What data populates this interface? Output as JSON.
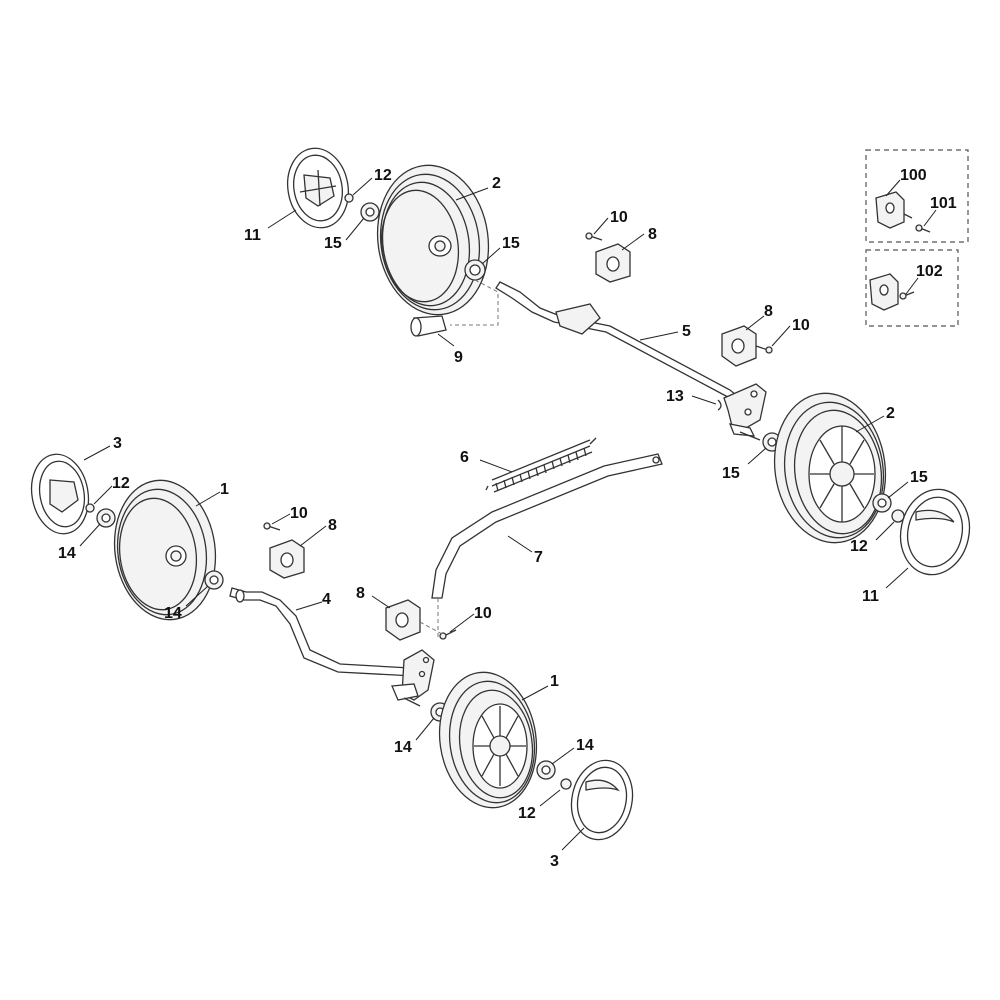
{
  "diagram": {
    "labels": {
      "l1a": "1",
      "l1b": "1",
      "l2a": "2",
      "l2b": "2",
      "l3a": "3",
      "l3b": "3",
      "l4": "4",
      "l5": "5",
      "l6": "6",
      "l7": "7",
      "l8a": "8",
      "l8b": "8",
      "l8c": "8",
      "l8d": "8",
      "l9": "9",
      "l10a": "10",
      "l10b": "10",
      "l10c": "10",
      "l10d": "10",
      "l11a": "11",
      "l11b": "11",
      "l12a": "12",
      "l12b": "12",
      "l12c": "12",
      "l12d": "12",
      "l13": "13",
      "l14a": "14",
      "l14b": "14",
      "l14c": "14",
      "l14d": "14",
      "l15a": "15",
      "l15b": "15",
      "l15c": "15",
      "l15d": "15",
      "l100": "100",
      "l101": "101",
      "l102": "102"
    }
  }
}
